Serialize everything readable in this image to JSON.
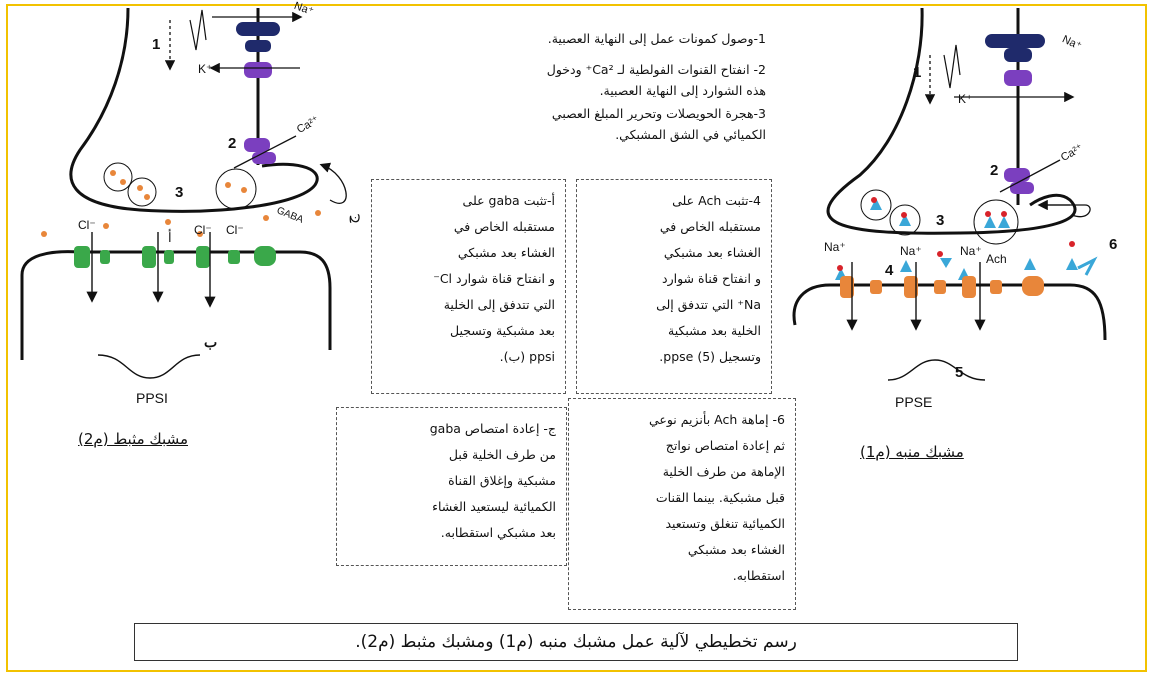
{
  "steps": {
    "s1": "1-وصول كمونات عمل إلى النهاية العصبية.",
    "s2a": "2- انفتاح القنوات الفولطية لـ Ca²⁺ ودخول",
    "s2b": "هذه الشوارد إلى النهاية العصبية.",
    "s3a": "3-هجرة الحويصلات وتحرير المبلغ العصبي",
    "s3b": "الكميائي في الشق المشبكي."
  },
  "box_a": {
    "lines": [
      "أ-تثبت gaba على",
      "مستقبله الخاص في",
      "الغشاء بعد مشبكي",
      "و انفتاح قناة شوارد Cl⁻",
      "التي تتدفق إلى الخلية",
      "بعد مشبكية وتسجيل",
      "ppsi (ب)."
    ]
  },
  "box_4": {
    "lines": [
      "4-تثبت Ach على",
      "مستقبله الخاص في",
      "الغشاء بعد مشبكي",
      "و انفتاح قناة شوارد",
      "Na⁺ التي تتدفق إلى",
      "الخلية بعد مشبكية",
      "وتسجيل ppse (5)."
    ]
  },
  "box_j": {
    "lines": [
      "ج- إعادة امتصاص gaba",
      "من طرف الخلية قبل",
      "مشبكية وإغلاق القناة",
      "الكميائية ليستعيد الغشاء",
      "بعد مشبكي استقطابه."
    ]
  },
  "box_6": {
    "lines": [
      "6- إماهة Ach بأنزيم نوعي",
      "ثم إعادة امتصاص نواتج",
      "الإماهة من طرف الخلية",
      "قبل مشبكية. بينما القنات",
      "الكميائية تنغلق وتستعيد",
      "الغشاء بعد مشبكي",
      "استقطابه."
    ]
  },
  "left_diagram": {
    "title": "مشبك مثبط (م2)",
    "ppsi": "PPSI",
    "label_b": "ب",
    "label_a": "أ",
    "label_j": "ج",
    "gaba": "GABA",
    "cl": "Cl⁻",
    "k": "K⁺",
    "na": "Na⁺",
    "ca": "Ca²⁺",
    "n1": "1",
    "n2": "2",
    "n3": "3"
  },
  "right_diagram": {
    "title": "مشبك منبه (م1)",
    "ppse": "PPSE",
    "na": "Na⁺",
    "k": "K⁺",
    "ca": "Ca²⁺",
    "ach": "Ach",
    "n1": "1",
    "n2": "2",
    "n3": "3",
    "n4": "4",
    "n5": "5",
    "n6": "6"
  },
  "caption": "رسم تخطيطي لآلية عمل مشبك منبه (م1) ومشبك مثبط (م2).",
  "colors": {
    "border": "#f2c200",
    "channel_blue": "#1f2a6b",
    "channel_purple": "#7b3fbf",
    "receptor_green": "#3aa84a",
    "receptor_orange": "#e8863a",
    "ach_red": "#d8232a",
    "ach_blue": "#3aa7d8"
  }
}
